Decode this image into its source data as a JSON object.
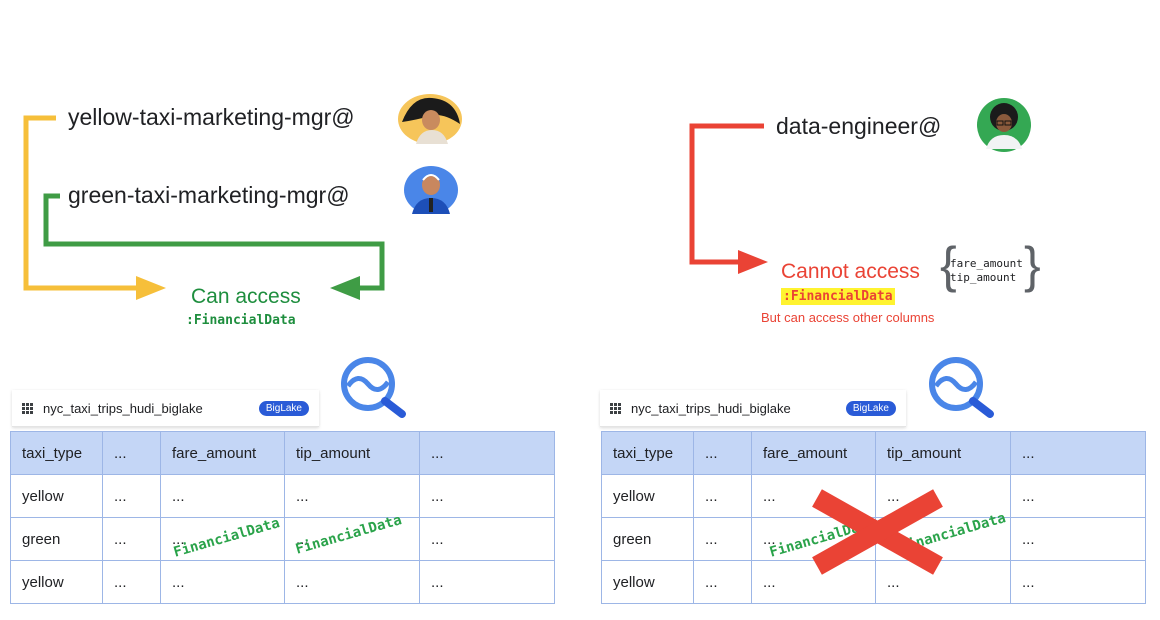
{
  "left": {
    "principals": [
      {
        "label": "yellow-taxi-marketing-mgr@",
        "avatar": "avatar-woman-icon"
      },
      {
        "label": "green-taxi-marketing-mgr@",
        "avatar": "avatar-man-icon"
      }
    ],
    "status_title": "Can access",
    "status_tag": ":FinancialData",
    "table_name": "nyc_taxi_trips_hudi_biglake",
    "badge": "BigLake"
  },
  "right": {
    "principal": {
      "label": "data-engineer@",
      "avatar": "avatar-engineer-icon"
    },
    "status_title": "Cannot access",
    "status_tag": ":FinancialData",
    "columns_list": [
      "fare_amount",
      "tip_amount"
    ],
    "note": "But can access other columns",
    "table_name": "nyc_taxi_trips_hudi_biglake",
    "badge": "BigLake"
  },
  "table": {
    "headers": [
      "taxi_type",
      "...",
      "fare_amount",
      "tip_amount",
      "..."
    ],
    "rows": [
      [
        "yellow",
        "...",
        "...",
        "...",
        "..."
      ],
      [
        "green",
        "...",
        "...",
        "...",
        "..."
      ],
      [
        "yellow",
        "...",
        "...",
        "...",
        "..."
      ]
    ],
    "overlay_tag": "FinancialData"
  },
  "colors": {
    "yellow": "#f6bf3a",
    "green": "#3f9c45",
    "red": "#ea4335",
    "accent_green_text": "#1e8e3e",
    "biglake_badge": "#2a5bd7",
    "header_fill": "#c4d6f6"
  },
  "icons": [
    "bigquery-icon",
    "table-grid-icon"
  ]
}
